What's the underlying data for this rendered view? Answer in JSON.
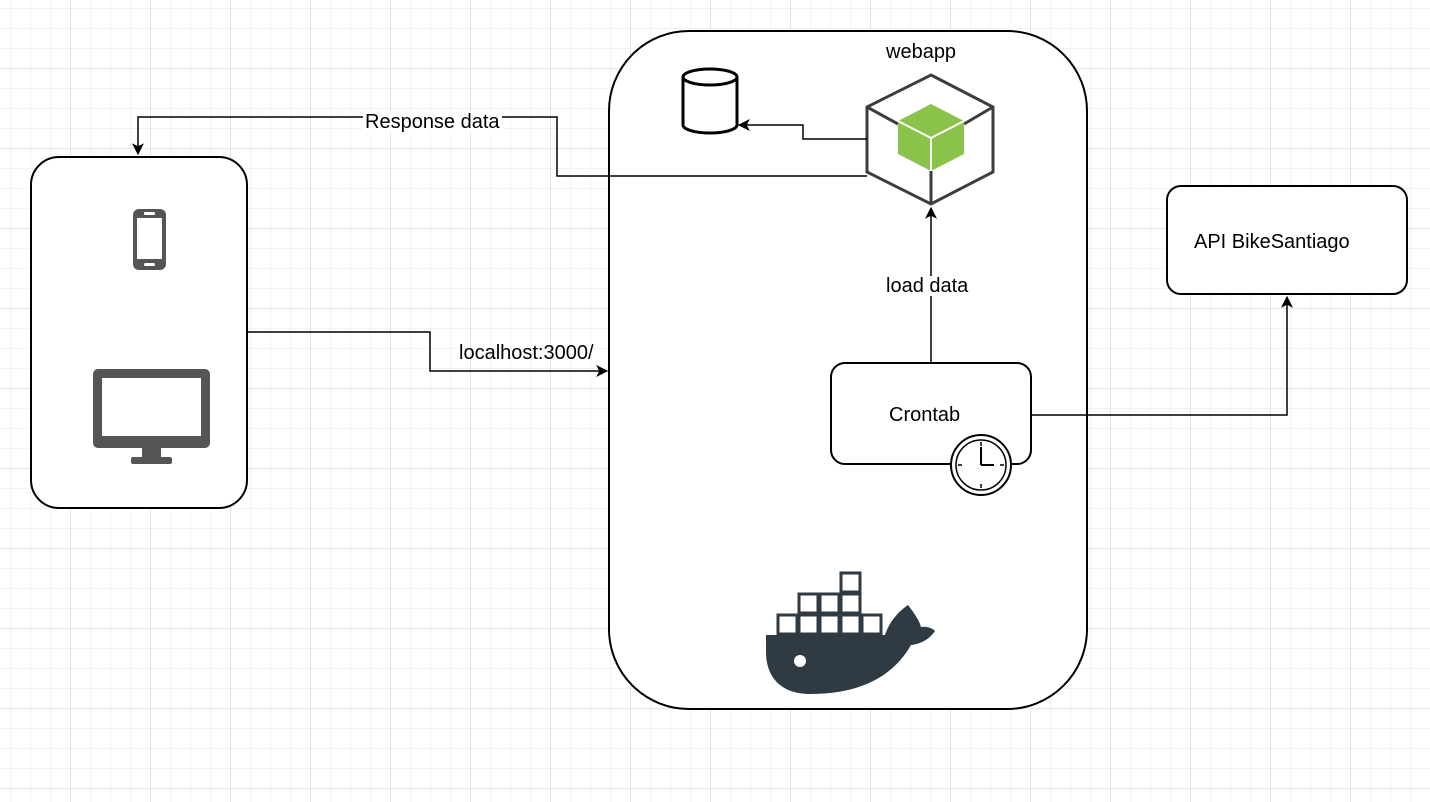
{
  "diagram": {
    "nodes": {
      "client": {
        "icons": [
          "smartphone-icon",
          "desktop-monitor-icon"
        ]
      },
      "container": {
        "icon": "docker-whale-icon"
      },
      "webapp": {
        "label": "webapp",
        "icon": "nodejs-cube-icon"
      },
      "database": {
        "icon": "database-icon"
      },
      "crontab": {
        "label": "Crontab",
        "icon": "clock-icon"
      },
      "api": {
        "label": "API BikeSantiago"
      }
    },
    "edges": {
      "response": {
        "label": "Response data"
      },
      "request": {
        "label": "localhost:3000/"
      },
      "load": {
        "label": "load data"
      }
    }
  },
  "colors": {
    "stroke": "#000000",
    "icon_gray": "#555555",
    "node_green": "#8BC34A",
    "cube_gray": "#3d3d3d",
    "docker_dark": "#2f3a42"
  }
}
